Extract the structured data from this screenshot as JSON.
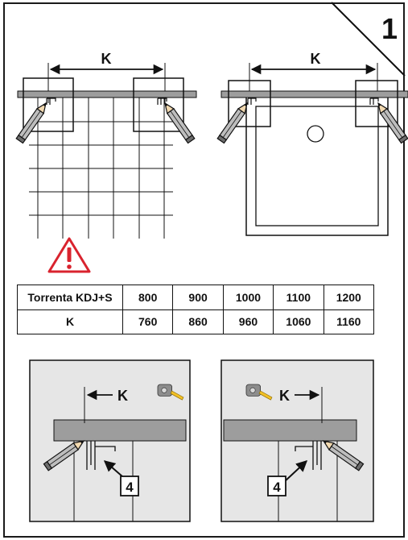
{
  "step_number": "1",
  "dimension_label": "K",
  "reference_label": "4",
  "table": {
    "model_label": "Torrenta KDJ+S",
    "sizes": [
      "800",
      "900",
      "1000",
      "1100",
      "1200"
    ],
    "k_label": "K",
    "k_values": [
      "760",
      "860",
      "960",
      "1060",
      "1160"
    ]
  },
  "colors": {
    "line": "#1a1a1a",
    "gray_bar": "#9d9d9d",
    "panel_bg": "#e6e6e6",
    "warning_red": "#d9232e",
    "tape_yellow": "#f2c026",
    "tape_gray": "#8d8d8d"
  },
  "icons": [
    "warning-triangle-icon",
    "pencil-icon",
    "tape-measure-icon"
  ]
}
